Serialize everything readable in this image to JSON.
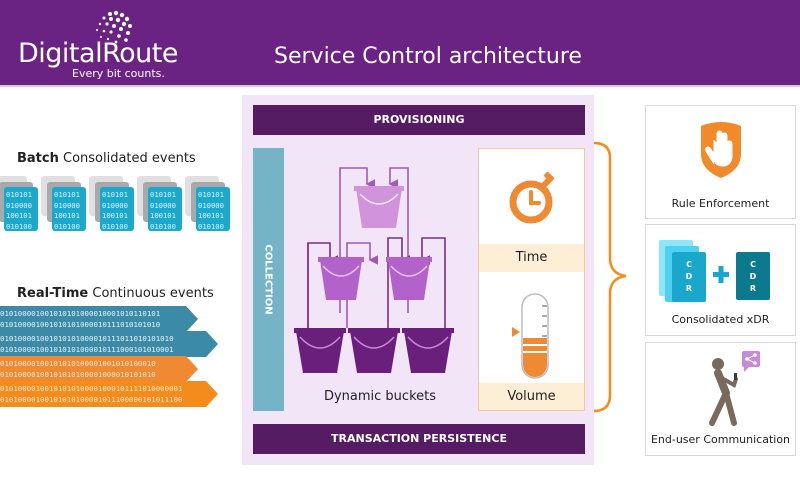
{
  "header": {
    "logo_name": "DigitalRoute",
    "logo_tagline": "Every bit counts.",
    "title": "Service Control architecture"
  },
  "colors": {
    "header_purple": "#6b2383",
    "dark_purple_bar": "#561c63",
    "collection_teal": "#74b4c6",
    "accent_orange": "#f48c1c",
    "batch_card_blue": "#1ba8cf",
    "stream_blue": "#3b8aa8",
    "center_bg": "#f2e5f7"
  },
  "left": {
    "batch": {
      "bold": "Batch",
      "rest": " Consolidated events",
      "card_lines": [
        "010101",
        "010000",
        "100101",
        "010100"
      ],
      "card_count": 5
    },
    "realtime": {
      "bold": "Real-Time",
      "rest": " Continuous events",
      "streams": [
        {
          "color": "blue",
          "lines": [
            "0101000010010101010000100010101101 01",
            "0101000010010101010000101110101010 10"
          ]
        },
        {
          "color": "blue",
          "lines": [
            "0101000010010101010000101110110101010 10",
            "0101000010010101010000101110001010100 01"
          ]
        },
        {
          "color": "orange",
          "lines": [
            "01010000100101010100001001010100010",
            "01010000100101010100001000010101010"
          ]
        },
        {
          "color": "orange2",
          "lines": [
            "0101000010010101010000100010111101000 0001",
            "0101000010010101010000101110000010101 1100"
          ]
        }
      ]
    }
  },
  "center": {
    "provisioning": "PROVISIONING",
    "collection": "COLLECTION",
    "dynamic_buckets": "Dynamic buckets",
    "time": "Time",
    "volume": "Volume",
    "transaction_persistence": "TRANSACTION PERSISTENCE"
  },
  "right": {
    "rule_enforcement": "Rule Enforcement",
    "consolidated_xdr": "Consolidated xDR",
    "cdr_letters": [
      "C",
      "D",
      "R"
    ],
    "end_user_communication": "End-user Communication"
  }
}
